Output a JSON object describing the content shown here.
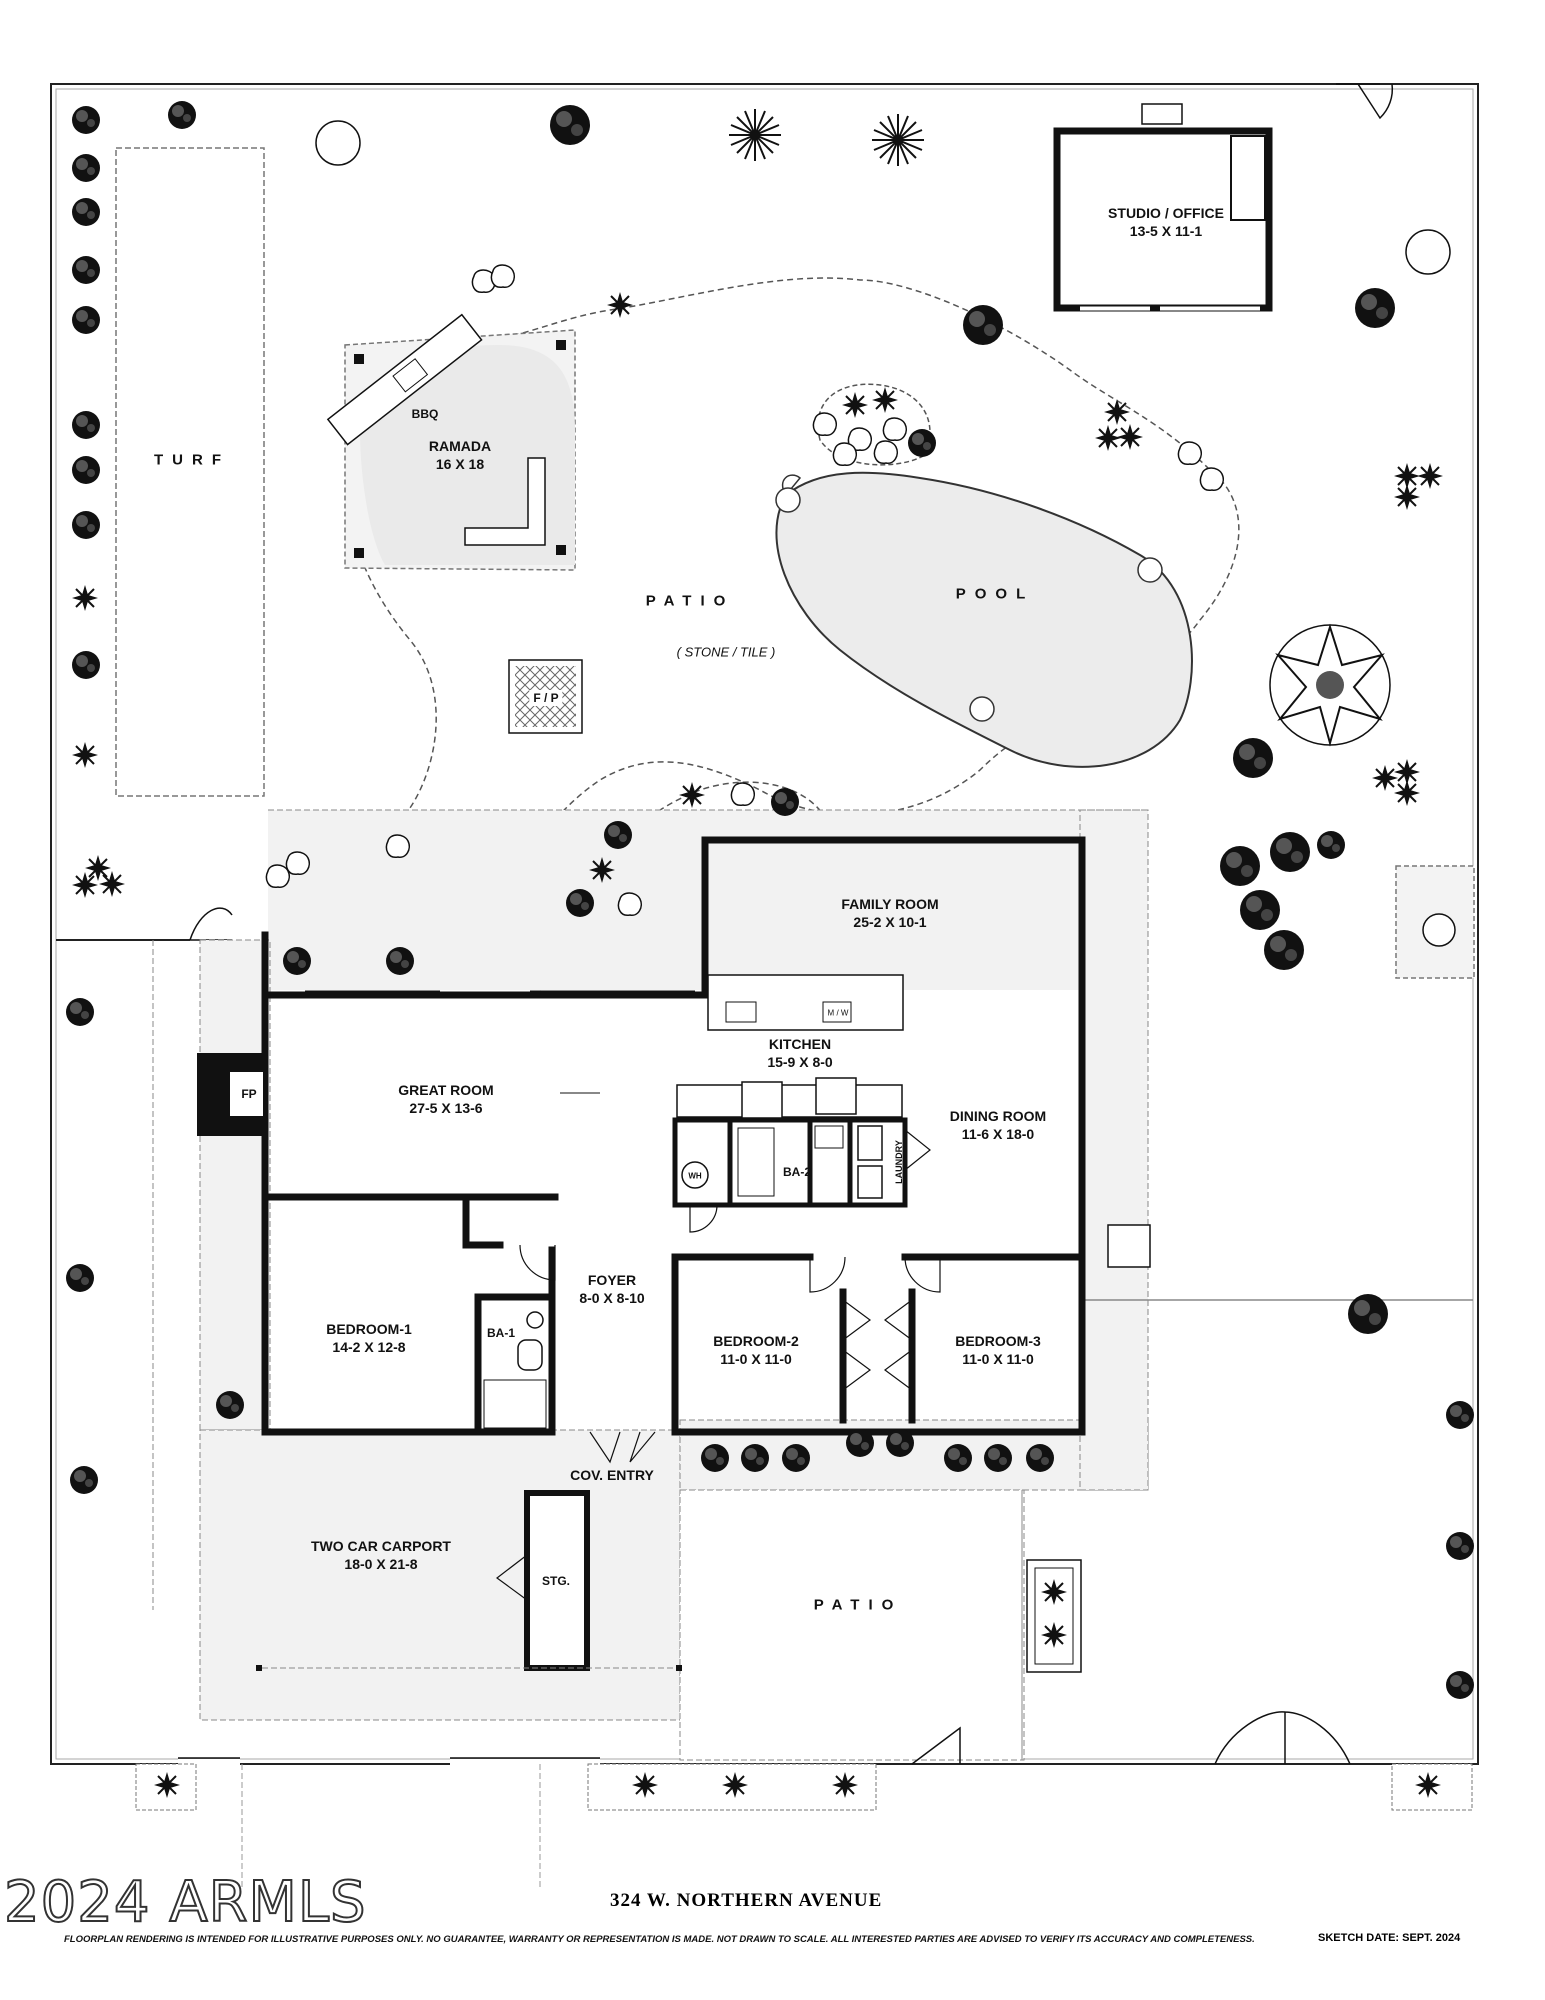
{
  "rooms": {
    "studio_name": "STUDIO / OFFICE",
    "studio_dims": "13-5  X  11-1",
    "ramada_name": "RAMADA",
    "ramada_dims": "16  X  18",
    "bbq": "BBQ",
    "turf": "TURF",
    "patio_rear": "PATIO",
    "patio_rear_note": "( STONE / TILE )",
    "fireplace_outdoor": "F / P",
    "pool": "POOL",
    "family_name": "FAMILY ROOM",
    "family_dims": "25-2  X  10-1",
    "microwave": "M / W",
    "kitchen_name": "KITCHEN",
    "kitchen_dims": "15-9  X  8-0",
    "great_name": "GREAT ROOM",
    "great_dims": "27-5  X  13-6",
    "fp": "FP",
    "dining_name": "DINING ROOM",
    "dining_dims": "11-6  X  18-0",
    "wh": "WH",
    "ba2": "BA-2",
    "laundry": "LAUNDRY",
    "foyer_name": "FOYER",
    "foyer_dims": "8-0  X  8-10",
    "bed1_name": "BEDROOM-1",
    "bed1_dims": "14-2  X  12-8",
    "ba1": "BA-1",
    "bed2_name": "BEDROOM-2",
    "bed2_dims": "11-0  X  11-0",
    "bed3_name": "BEDROOM-3",
    "bed3_dims": "11-0  X  11-0",
    "entry": "COV. ENTRY",
    "carport_name": "TWO CAR CARPORT",
    "carport_dims": "18-0  X  21-8",
    "stg": "STG.",
    "patio_front": "PATIO"
  },
  "footer": {
    "address": "324  W.  NORTHERN  AVENUE",
    "disclaimer": "FLOORPLAN RENDERING IS INTENDED FOR ILLUSTRATIVE PURPOSES ONLY.  NO GUARANTEE, WARRANTY OR REPRESENTATION IS MADE.  NOT DRAWN TO SCALE.  ALL INTERESTED PARTIES ARE ADVISED TO VERIFY ITS ACCURACY AND COMPLETENESS.",
    "sketch_date": "SKETCH DATE:   SEPT. 2024",
    "watermark": "2024 ARMLS"
  }
}
